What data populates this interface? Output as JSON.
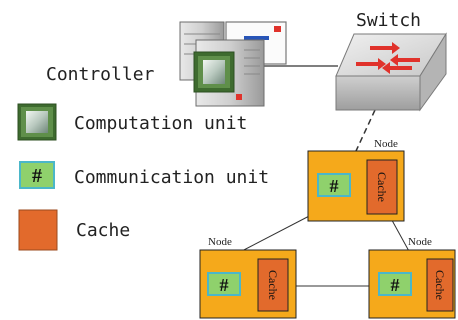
{
  "labels": {
    "switch": "Switch",
    "controller": "Controller",
    "node": "Node",
    "cache": "Cache",
    "comm_glyph": "#"
  },
  "legend": [
    {
      "icon": "computation-unit-icon",
      "label": "Computation unit"
    },
    {
      "icon": "communication-unit-icon",
      "label": "Communication unit"
    },
    {
      "icon": "cache-icon",
      "label": "Cache"
    }
  ],
  "colors": {
    "node_fill": "#f5a91b",
    "cache_fill": "#e26a2c",
    "comm_fill": "#8fd16c",
    "comm_border": "#4bb7c9",
    "switch_body": "#d7d7d7",
    "arrow_red": "#e0322b"
  },
  "icons": {
    "controller": "server-icon",
    "switch": "network-switch-icon",
    "monitor": "monitor-icon"
  }
}
